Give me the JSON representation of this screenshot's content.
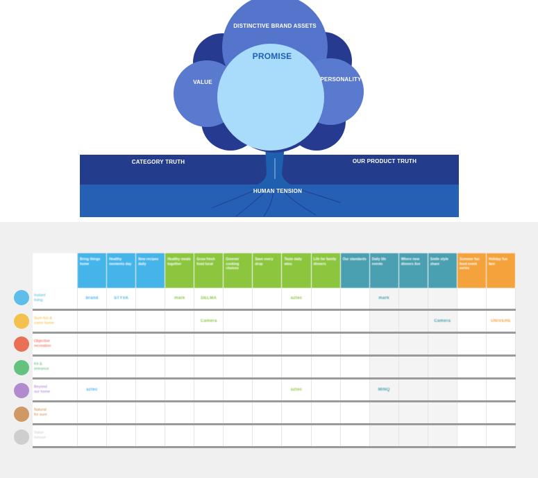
{
  "tree": {
    "distinctive_brand_assets": "DISTINCTIVE BRAND ASSETS",
    "promise": "PROMISE",
    "value": "VALUE",
    "personality": "PERSONALITY",
    "category_truth": "CATEGORY TRUTH",
    "our_product_truth": "OUR PRODUCT TRUTH",
    "human_tension": "HUMAN TENSION",
    "colors": {
      "canopy_dark": "#263a8f",
      "canopy_mid": "#5574cc",
      "promise_circle": "#a9dbfb",
      "trunk": "#1f5fb0",
      "ground_top": "#243c8c",
      "ground_bottom": "#2660b4"
    }
  },
  "grid": {
    "columns": [
      {
        "label": "Bring things home",
        "color": "#45b4e8"
      },
      {
        "label": "Healthy moments day",
        "color": "#45b4e8"
      },
      {
        "label": "New recipes daily",
        "color": "#45b4e8"
      },
      {
        "label": "Healthy meals together",
        "color": "#8cc63f"
      },
      {
        "label": "Grow fresh food local",
        "color": "#8cc63f"
      },
      {
        "label": "Greener cooking choices",
        "color": "#8cc63f"
      },
      {
        "label": "Save every drop",
        "color": "#8cc63f"
      },
      {
        "label": "Taste daily wins",
        "color": "#8cc63f"
      },
      {
        "label": "Life for family dinners",
        "color": "#8cc63f"
      },
      {
        "label": "Our standards",
        "color": "#4a9fb0"
      },
      {
        "label": "Daily life events",
        "color": "#4a9fb0"
      },
      {
        "label": "Where new dinners live",
        "color": "#4a9fb0"
      },
      {
        "label": "Smile style share",
        "color": "#4a9fb0"
      },
      {
        "label": "Summer fun food event series",
        "color": "#f4a23c"
      },
      {
        "label": "Holiday fun fare",
        "color": "#f4a23c"
      }
    ],
    "rows": [
      {
        "label": "Instant\nliving",
        "color": "#45b4e8"
      },
      {
        "label": "Sure fun &\ncome home",
        "color": "#f4b731"
      },
      {
        "label": "Objective\nrecreation",
        "color": "#e8593c"
      },
      {
        "label": "Kit &\nentrance",
        "color": "#4cb86a"
      },
      {
        "label": "Beyond\nour home",
        "color": "#a779c8"
      },
      {
        "label": "Natural\nfor sure",
        "color": "#c98a4c"
      },
      {
        "label": "Value\nhonour",
        "color": "#c8c8c8"
      }
    ],
    "marks": {
      "r1c1": "brand",
      "r1c2": "STYVA",
      "r1c4": "mark",
      "r1c5": "DELMA",
      "r1c8": "aztec",
      "r1c11": "mark",
      "r2c5": "Camera",
      "r2c13": "Camera",
      "r2c15": "UNIVERE",
      "r5c1": "aztec",
      "r5c8": "aztec",
      "r5c11": "MINQ"
    }
  }
}
